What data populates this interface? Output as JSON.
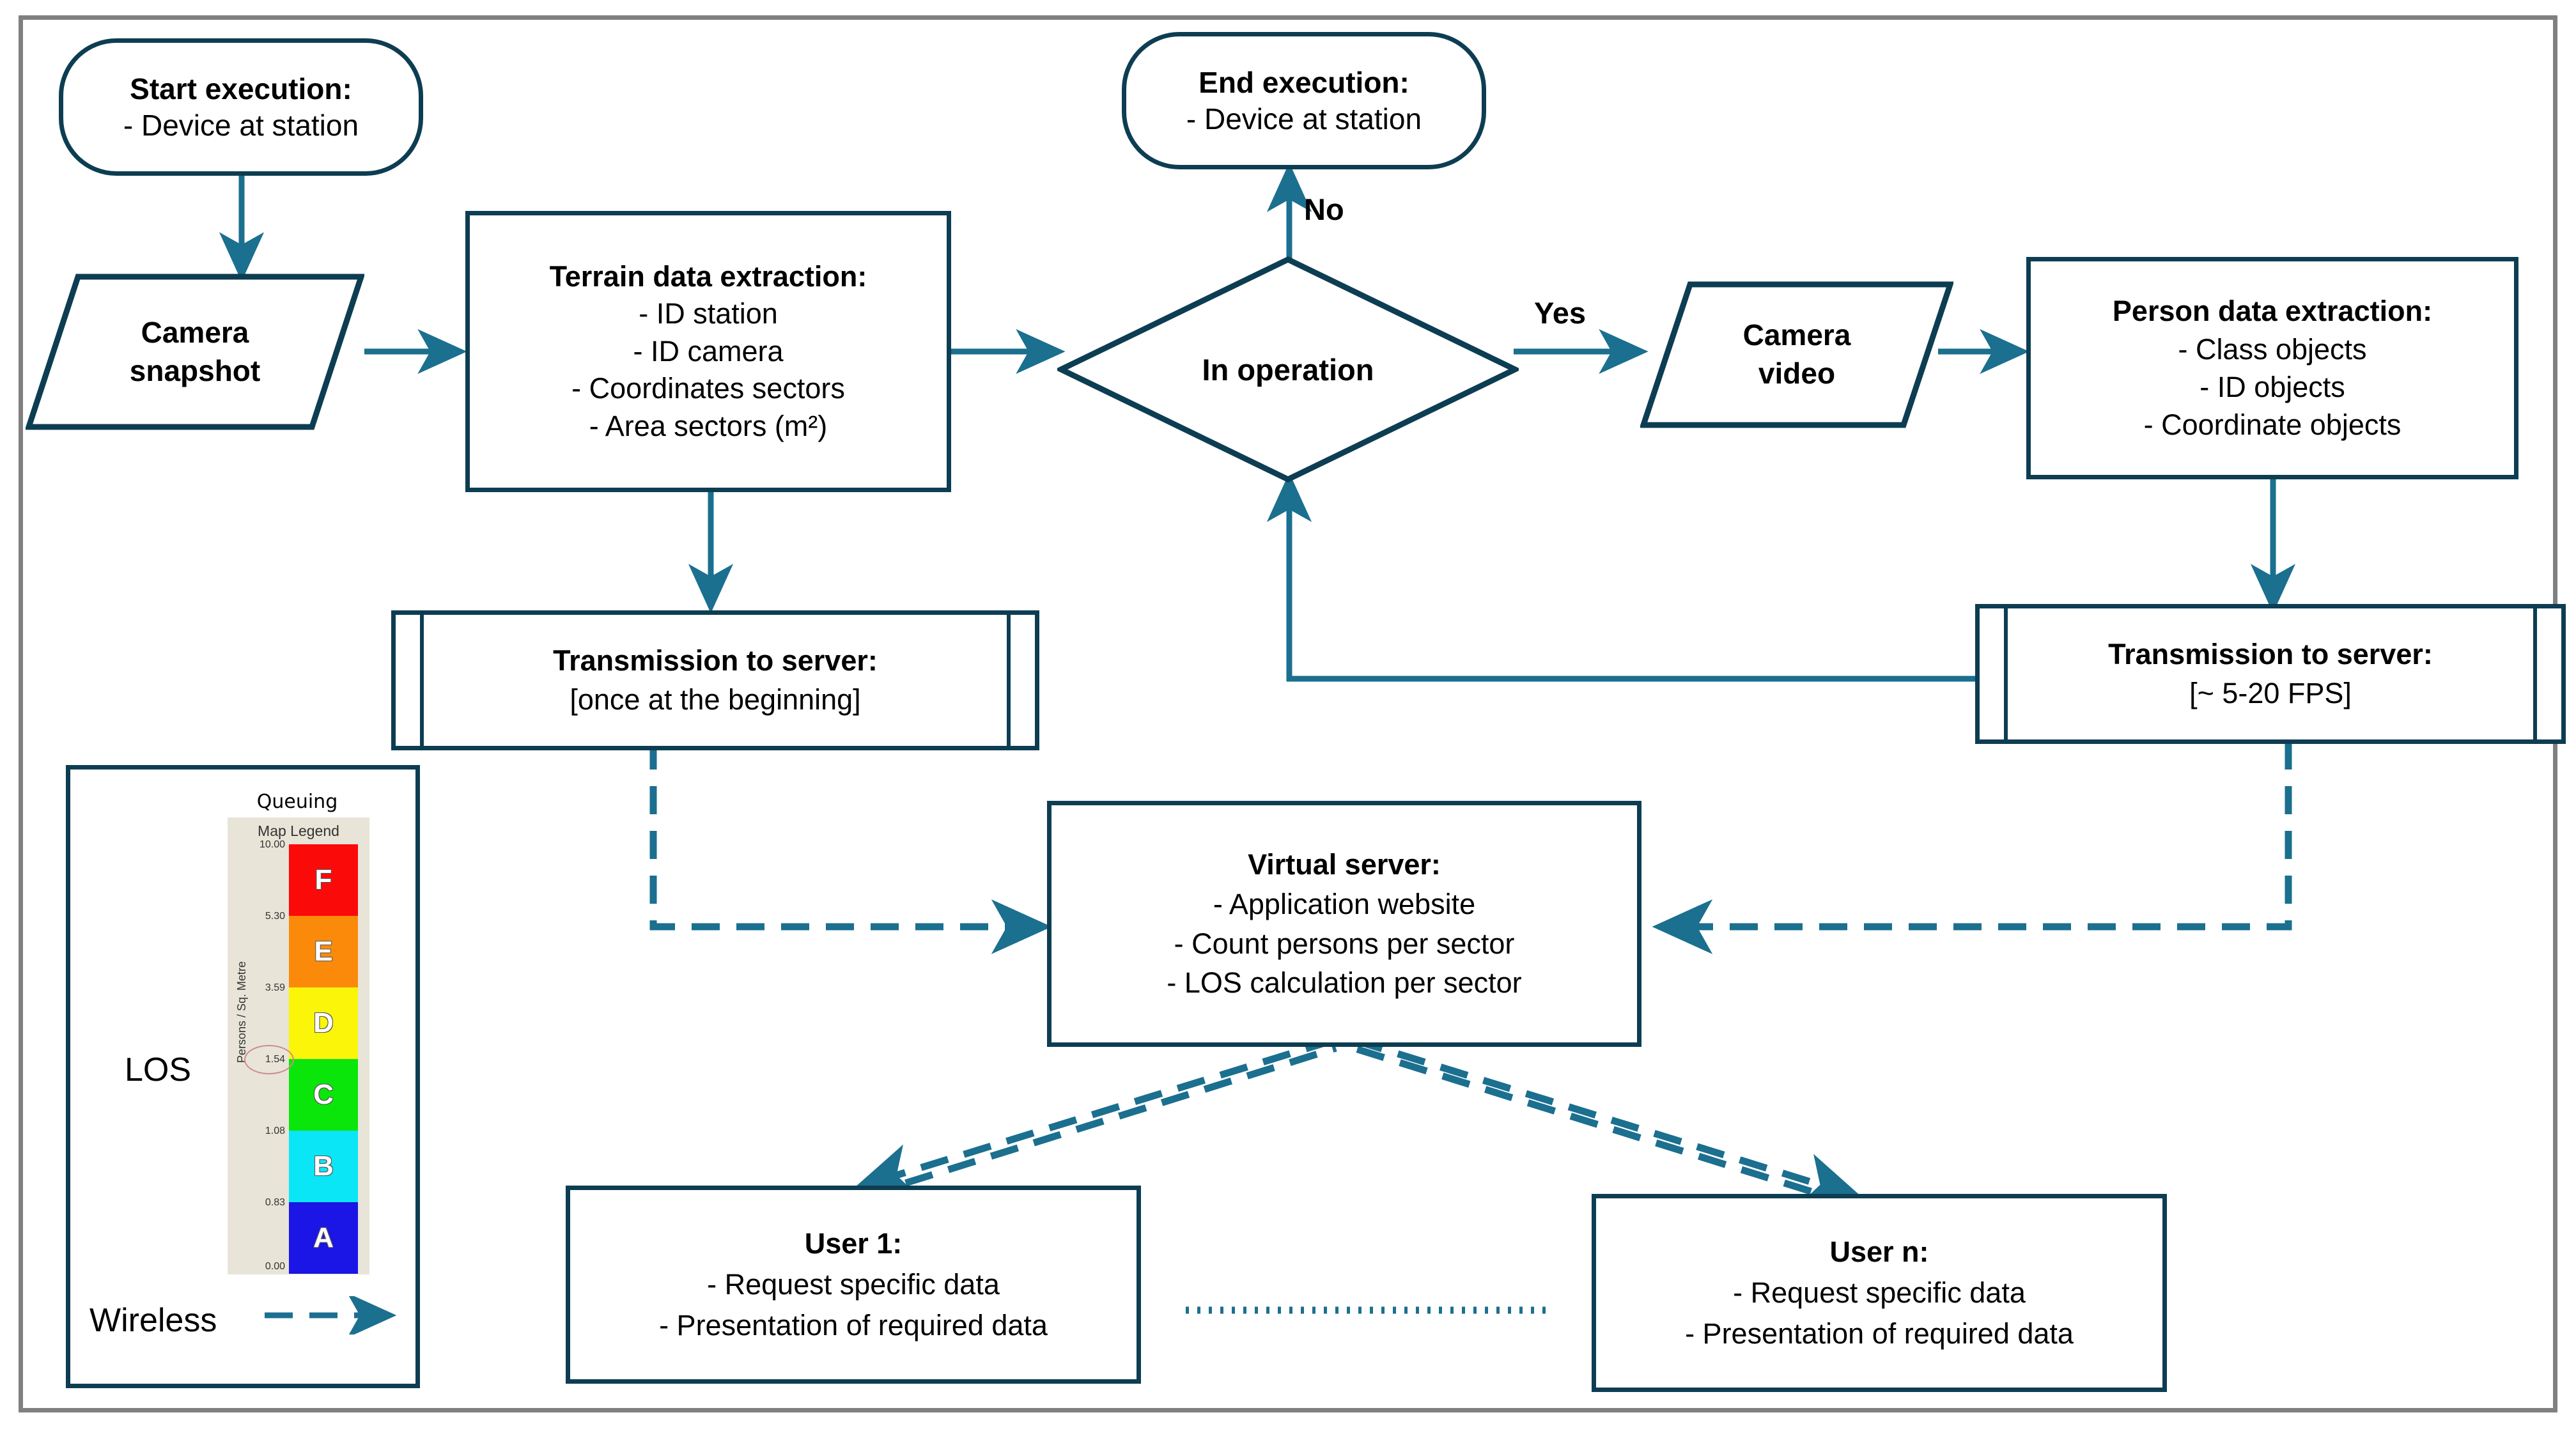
{
  "diagram": {
    "title": "System execution flowchart",
    "colors": {
      "shape_stroke": "#0d3d52",
      "connector": "#1b6f8f",
      "frame": "#808080",
      "text": "#000000"
    },
    "nodes": {
      "start": {
        "type": "terminator",
        "title": "Start execution:",
        "lines": [
          "- Device at station"
        ]
      },
      "camera_snapshot": {
        "type": "data",
        "lines": [
          "Camera",
          "snapshot"
        ]
      },
      "terrain_extraction": {
        "type": "process",
        "title": "Terrain data extraction:",
        "lines": [
          "- ID station",
          "- ID camera",
          "- Coordinates sectors",
          "- Area sectors (m²)"
        ]
      },
      "in_operation": {
        "type": "decision",
        "label": "In operation"
      },
      "end": {
        "type": "terminator",
        "title": "End execution:",
        "lines": [
          "- Device at station"
        ]
      },
      "camera_video": {
        "type": "data",
        "lines": [
          "Camera",
          "video"
        ]
      },
      "person_extraction": {
        "type": "process",
        "title": "Person data extraction:",
        "lines": [
          "- Class objects",
          "- ID objects",
          "- Coordinate objects"
        ]
      },
      "transmission_left": {
        "type": "predefined-process",
        "title": "Transmission  to server:",
        "lines": [
          "[once at the beginning]"
        ]
      },
      "transmission_right": {
        "type": "predefined-process",
        "title": "Transmission  to server:",
        "lines": [
          "[~ 5-20 FPS]"
        ]
      },
      "virtual_server": {
        "type": "process",
        "title": "Virtual server:",
        "lines": [
          "- Application website",
          "-   Count persons per sector",
          "- LOS calculation per sector"
        ]
      },
      "user_1": {
        "type": "process",
        "title": "User 1:",
        "lines": [
          "- Request specific data",
          "- Presentation of required data"
        ]
      },
      "user_n": {
        "type": "process",
        "title": "User n:",
        "lines": [
          "- Request specific data",
          "- Presentation of required data"
        ]
      }
    },
    "edge_labels": {
      "no": "No",
      "yes": "Yes"
    }
  },
  "legend": {
    "los_label": "LOS",
    "wireless_label": "Wireless",
    "scale": {
      "title": "Queuing",
      "subtitle": "Map Legend",
      "axis_label": "Persons / Sq. Metre",
      "bands": [
        {
          "grade": "F",
          "color": "#fb0a0a",
          "top_value": "10.00"
        },
        {
          "grade": "E",
          "color": "#fb8a0a",
          "top_value": "5.30"
        },
        {
          "grade": "D",
          "color": "#fbf50a",
          "top_value": "3.59"
        },
        {
          "grade": "C",
          "color": "#0ae60a",
          "top_value": "1.54"
        },
        {
          "grade": "B",
          "color": "#0ae6f5",
          "top_value": "1.08"
        },
        {
          "grade": "A",
          "color": "#1b15e6",
          "top_value": "0.83"
        }
      ],
      "bottom_value": "0.00",
      "highlighted_value": "1.54"
    }
  }
}
